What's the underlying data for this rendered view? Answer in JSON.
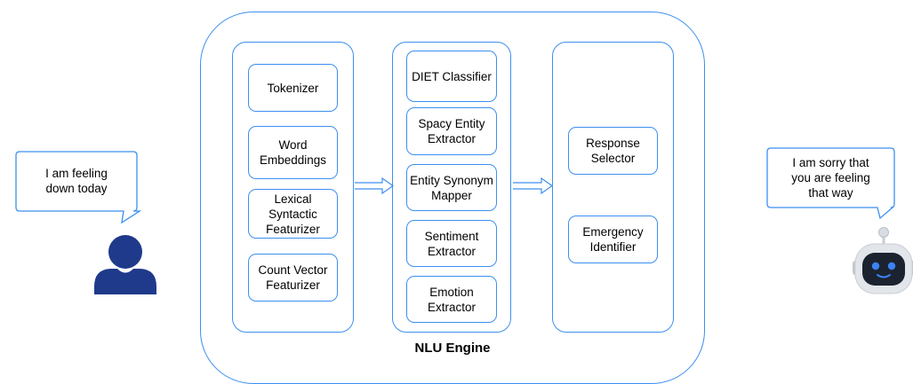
{
  "engine": {
    "label": "NLU Engine"
  },
  "user": {
    "message": "I am feeling\ndown today"
  },
  "bot": {
    "message": "I am sorry that\nyou are feeling\nthat way"
  },
  "featurizers": {
    "items": [
      "Tokenizer",
      "Word\nEmbeddings",
      "Lexical\nSyntactic\nFeaturizer",
      "Count Vector\nFeaturizer"
    ]
  },
  "extractors": {
    "items": [
      "DIET Classifier",
      "Spacy Entity\nExtractor",
      "Entity Synonym\nMapper",
      "Sentiment\nExtractor",
      "Emotion\nExtractor"
    ]
  },
  "selectors": {
    "items": [
      "Response\nSelector",
      "Emergency\nIdentifier"
    ]
  },
  "colors": {
    "accent": "#3c8ff0",
    "user_icon": "#1f3a8a",
    "bot_eyes": "#3b82f6",
    "bot_body": "#d9dde3"
  }
}
